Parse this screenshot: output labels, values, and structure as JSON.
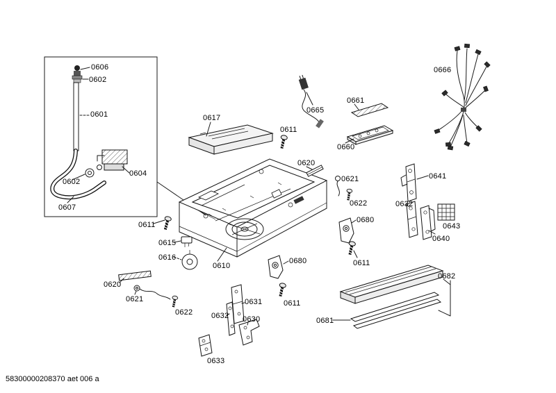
{
  "page": {
    "footer_code": "58300000208370 aet 006 a"
  },
  "colors": {
    "line": "#1a1a1a",
    "background": "#ffffff",
    "dark_fill": "#333333"
  },
  "labels": [
    {
      "part": "0606"
    },
    {
      "part": "0602"
    },
    {
      "part": "0601"
    },
    {
      "part": "0602"
    },
    {
      "part": "0604"
    },
    {
      "part": "0607"
    },
    {
      "part": "0617"
    },
    {
      "part": "0665"
    },
    {
      "part": "0661"
    },
    {
      "part": "0611"
    },
    {
      "part": "0660"
    },
    {
      "part": "0620"
    },
    {
      "part": "0621"
    },
    {
      "part": "0622"
    },
    {
      "part": "0666"
    },
    {
      "part": "0641"
    },
    {
      "part": "0632"
    },
    {
      "part": "0643"
    },
    {
      "part": "0640"
    },
    {
      "part": "0680"
    },
    {
      "part": "0611"
    },
    {
      "part": "0611"
    },
    {
      "part": "0615"
    },
    {
      "part": "0616"
    },
    {
      "part": "0610"
    },
    {
      "part": "0680"
    },
    {
      "part": "0620"
    },
    {
      "part": "0621"
    },
    {
      "part": "0622"
    },
    {
      "part": "0632"
    },
    {
      "part": "0631"
    },
    {
      "part": "0630"
    },
    {
      "part": "0633"
    },
    {
      "part": "0611"
    },
    {
      "part": "0682"
    },
    {
      "part": "0681"
    }
  ]
}
